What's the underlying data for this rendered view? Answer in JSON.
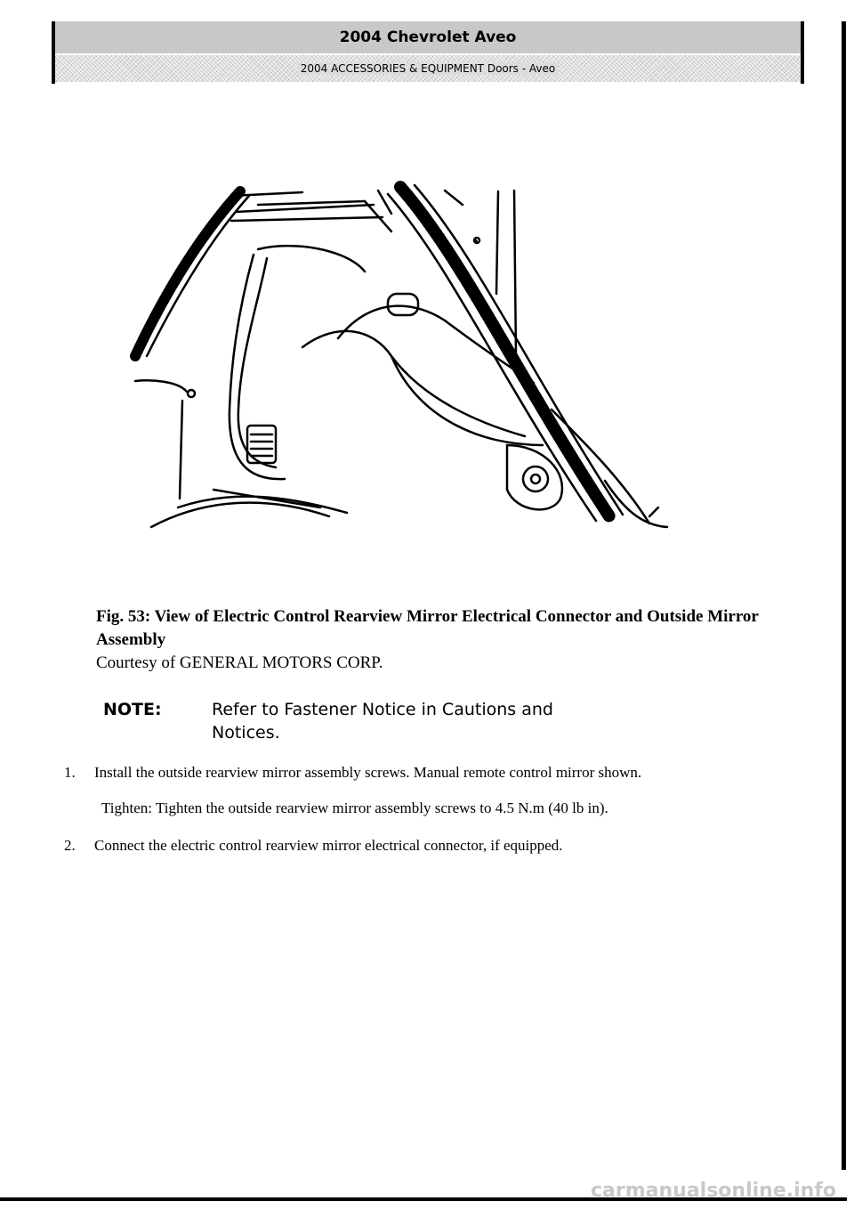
{
  "header": {
    "title": "2004 Chevrolet Aveo",
    "subtitle": "2004 ACCESSORIES & EQUIPMENT Doors - Aveo"
  },
  "figure": {
    "caption_title": "Fig. 53: View of Electric Control Rearview Mirror Electrical Connector and Outside Mirror Assembly",
    "courtesy": "Courtesy of GENERAL MOTORS CORP."
  },
  "note": {
    "label": "NOTE:",
    "text": "Refer to Fastener Notice in Cautions and Notices."
  },
  "steps": [
    {
      "number": "1.",
      "text": "Install the outside rearview mirror assembly screws. Manual remote control mirror shown.",
      "tighten": "Tighten: Tighten the outside rearview mirror assembly screws to 4.5 N.m (40 lb in)."
    },
    {
      "number": "2.",
      "text": "Connect the electric control rearview mirror electrical connector, if equipped."
    }
  ],
  "watermark": "carmanualsonline.info"
}
